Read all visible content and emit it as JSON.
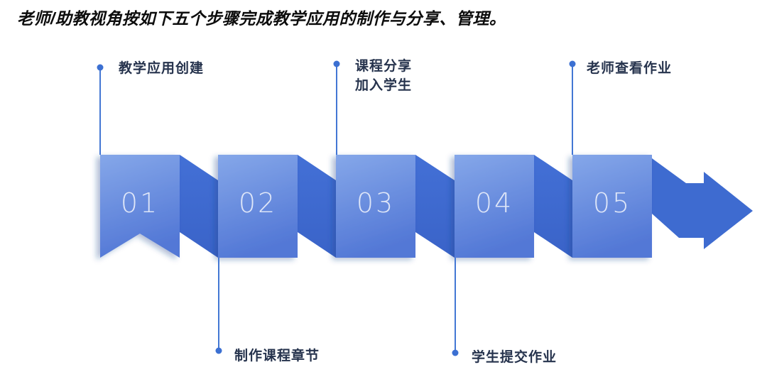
{
  "title": "老师/助教视角按如下五个步骤完成教学应用的制作与分享、管理。",
  "steps": [
    {
      "number": "01",
      "lines": [
        "教学应用创建"
      ],
      "position": "top"
    },
    {
      "number": "02",
      "lines": [
        "制作课程章节"
      ],
      "position": "bottom"
    },
    {
      "number": "03",
      "lines": [
        "课程分享",
        "加入学生"
      ],
      "position": "top"
    },
    {
      "number": "04",
      "lines": [
        "学生提交作业"
      ],
      "position": "bottom"
    },
    {
      "number": "05",
      "lines": [
        "老师查看作业"
      ],
      "position": "top"
    }
  ],
  "colors": {
    "banner_gradient_top": "#85a7e9",
    "banner_gradient_bottom": "#5378d6",
    "fold": "#3e6bd0",
    "arrow": "#3e6bd0",
    "connector_line": "#4377d4",
    "connector_dot": "#3c70d2",
    "label_text": "#26334d",
    "title_text": "#0d0d0d",
    "number_text": "#d7e2f6"
  }
}
